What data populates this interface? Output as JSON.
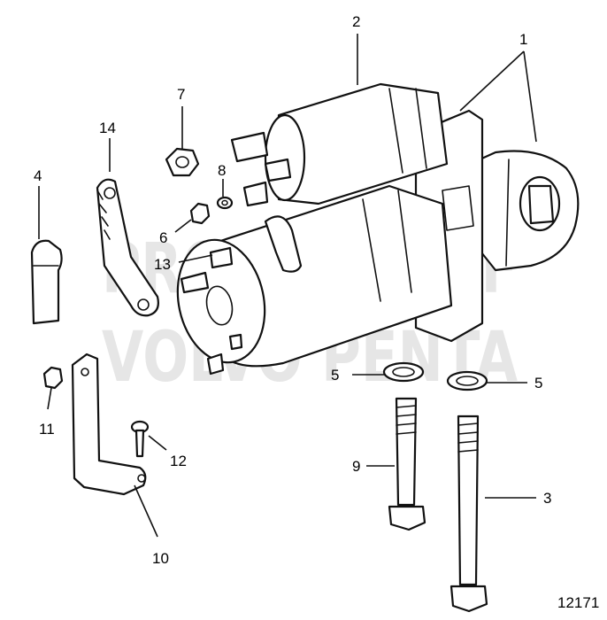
{
  "watermark": {
    "line1": "PROPERTY OF",
    "line2": "VOLVO PENTA"
  },
  "callouts": [
    {
      "id": "c1",
      "label": "1"
    },
    {
      "id": "c2",
      "label": "2"
    },
    {
      "id": "c3",
      "label": "3"
    },
    {
      "id": "c4",
      "label": "4"
    },
    {
      "id": "c5a",
      "label": "5"
    },
    {
      "id": "c5b",
      "label": "5"
    },
    {
      "id": "c6",
      "label": "6"
    },
    {
      "id": "c7",
      "label": "7"
    },
    {
      "id": "c8",
      "label": "8"
    },
    {
      "id": "c9",
      "label": "9"
    },
    {
      "id": "c10",
      "label": "10"
    },
    {
      "id": "c11",
      "label": "11"
    },
    {
      "id": "c12",
      "label": "12"
    },
    {
      "id": "c13",
      "label": "13"
    },
    {
      "id": "c14",
      "label": "14"
    }
  ],
  "figure_number": "12171"
}
